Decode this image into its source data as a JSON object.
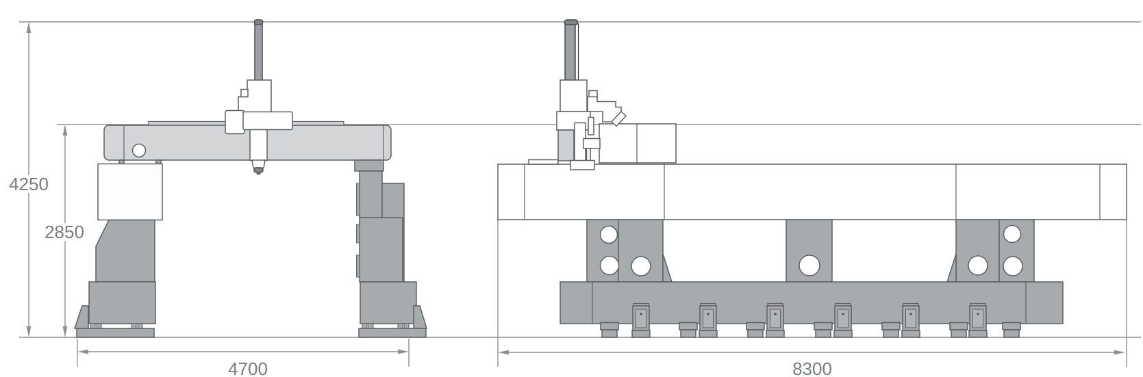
{
  "drawing": {
    "type": "technical-dimension-drawing",
    "subject": "gantry machine two-view outline drawing (front view and side view)",
    "dimensions": {
      "overall_height": "4250",
      "gantry_height": "2850",
      "front_width": "4700",
      "side_length": "8300"
    },
    "colors": {
      "background": "#ffffff",
      "outline": "#5d6063",
      "outline_dark": "#4a4d50",
      "body_gray": "#a8abae",
      "beam_light_gray": "#d3d5d7",
      "ram_gray": "#9ca0a3",
      "cap_dark_gray": "#84878a",
      "inner_gray": "#b2b5b8",
      "post_light_gray": "#ced1d3",
      "dim_line": "#8d9093",
      "dim_text": "#797c7f"
    }
  }
}
